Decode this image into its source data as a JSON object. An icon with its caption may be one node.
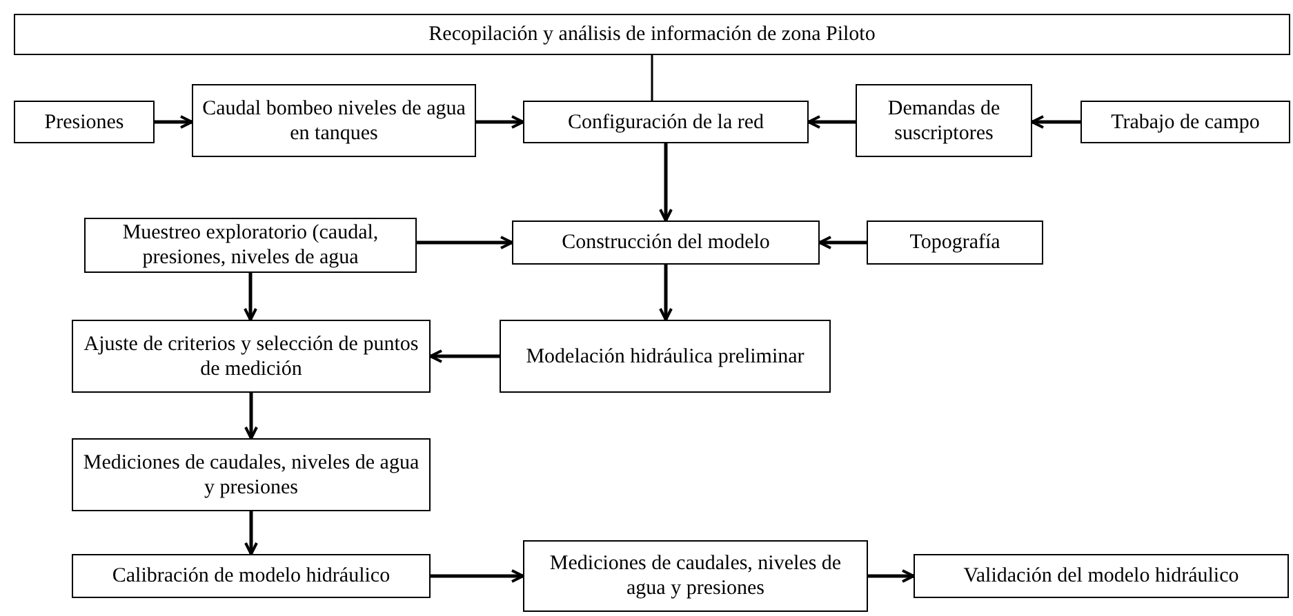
{
  "diagram": {
    "nodes": [
      {
        "text": [
          "Recopilación y análisis de información de zona Piloto"
        ]
      },
      {
        "text": [
          "Presiones"
        ]
      },
      {
        "text": [
          "Caudal bombeo niveles de agua en tanques"
        ]
      },
      {
        "text": [
          "Configuración de la red"
        ]
      },
      {
        "text": [
          "Demandas de suscriptores"
        ]
      },
      {
        "text": [
          "Trabajo de campo"
        ]
      },
      {
        "text": [
          "Muestreo exploratorio (caudal, presiones, niveles de agua"
        ]
      },
      {
        "text": [
          "Construcción del modelo"
        ]
      },
      {
        "text": [
          "Topografía"
        ]
      },
      {
        "text": [
          "Ajuste de criterios y selección de puntos de medición"
        ]
      },
      {
        "text": [
          "Modelación hidráulica preliminar"
        ]
      },
      {
        "text": [
          "Mediciones de caudales, niveles de agua y presiones"
        ]
      },
      {
        "text": [
          "Calibración de modelo hidráulico"
        ]
      },
      {
        "text": [
          "Mediciones de caudales, niveles de agua y presiones"
        ]
      },
      {
        "text": [
          "Validación del modelo hidráulico"
        ]
      }
    ],
    "edges": [
      {
        "from": 1,
        "to": 2,
        "arrow": "to"
      },
      {
        "from": 2,
        "to": 3,
        "arrow": "to"
      },
      {
        "from": 5,
        "to": 4,
        "arrow": "to"
      },
      {
        "from": 4,
        "to": 3,
        "arrow": "to"
      },
      {
        "from": 0,
        "to": 3,
        "arrow": "none"
      },
      {
        "from": 3,
        "to": 7,
        "arrow": "to"
      },
      {
        "from": 6,
        "to": 7,
        "arrow": "to"
      },
      {
        "from": 8,
        "to": 7,
        "arrow": "to"
      },
      {
        "from": 7,
        "to": 10,
        "arrow": "to"
      },
      {
        "from": 6,
        "to": 9,
        "arrow": "to"
      },
      {
        "from": 10,
        "to": 9,
        "arrow": "to"
      },
      {
        "from": 9,
        "to": 11,
        "arrow": "to"
      },
      {
        "from": 11,
        "to": 12,
        "arrow": "to"
      },
      {
        "from": 12,
        "to": 13,
        "arrow": "to"
      },
      {
        "from": 13,
        "to": 14,
        "arrow": "to"
      }
    ]
  }
}
